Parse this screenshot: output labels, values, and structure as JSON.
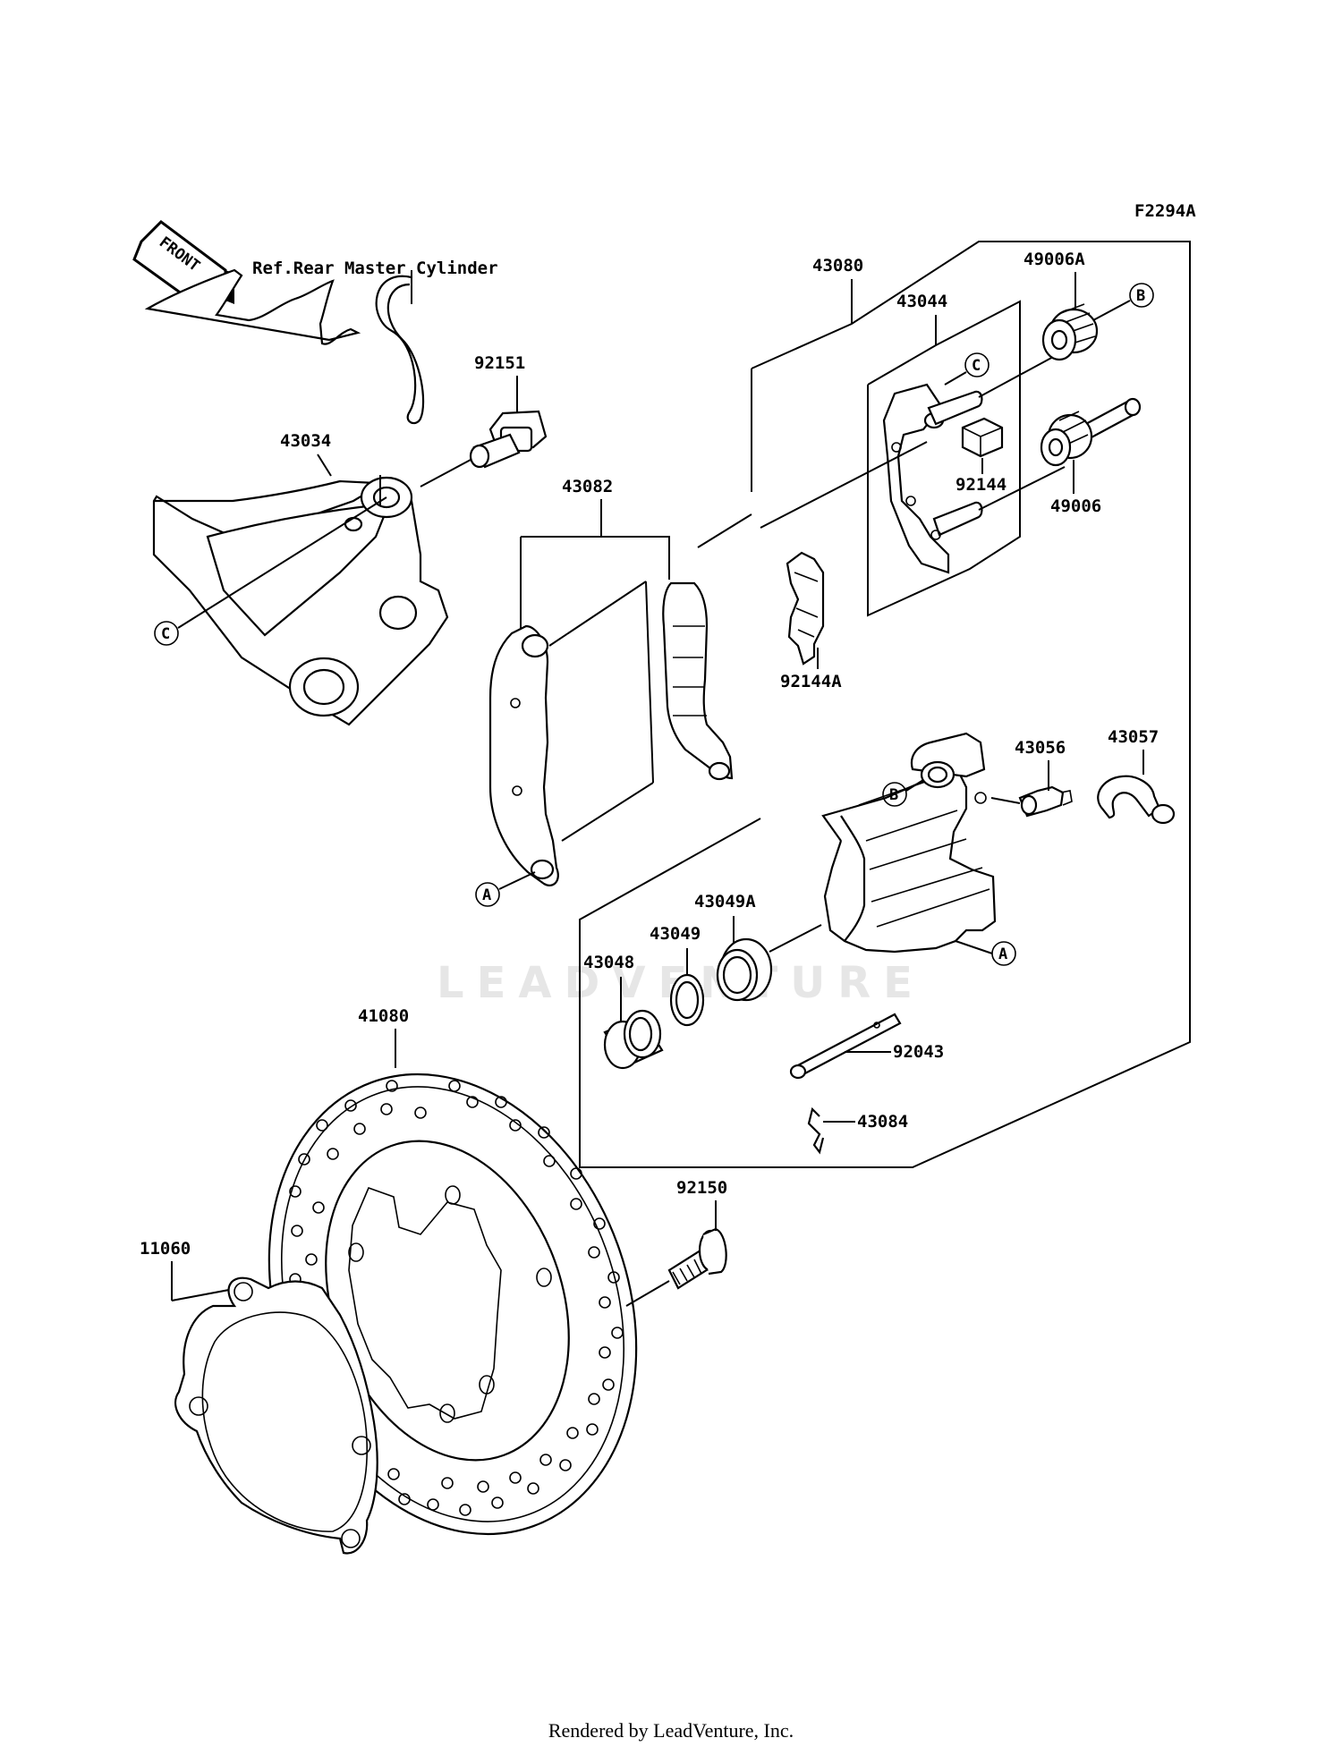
{
  "figure_code": "F2294A",
  "front_label": "FRONT",
  "reference_note": "Ref.Rear Master Cylinder",
  "watermark": "LEADVENTURE",
  "footer": "Rendered by LeadVenture, Inc.",
  "callouts": {
    "a": "A",
    "b": "B",
    "c": "C"
  },
  "parts": {
    "p43034": "43034",
    "p92151": "92151",
    "p43082": "43082",
    "p43080": "43080",
    "p43044": "43044",
    "p49006A": "49006A",
    "p49006": "49006",
    "p92144": "92144",
    "p92144A": "92144A",
    "p43056": "43056",
    "p43057": "43057",
    "p43049A": "43049A",
    "p43049": "43049",
    "p43048": "43048",
    "p92043": "92043",
    "p43084": "43084",
    "p41080": "41080",
    "p92150": "92150",
    "p11060": "11060"
  }
}
